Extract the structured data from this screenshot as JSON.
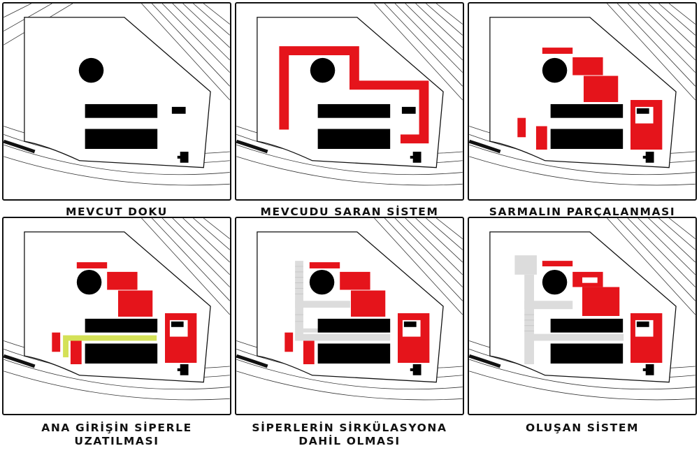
{
  "panels": [
    {
      "title": "MEVCUT DOKU",
      "title_line2": ""
    },
    {
      "title": "MEVCUDU SARAN SİSTEM",
      "title_line2": ""
    },
    {
      "title": "SARMALIN PARÇALANMASI",
      "title_line2": ""
    },
    {
      "title": "ANA GİRİŞİN SİPERLE",
      "title_line2": "UZATILMASI"
    },
    {
      "title": "SİPERLERİN SİRKÜLASYONA",
      "title_line2": "DAHİL OLMASI"
    },
    {
      "title": "OLUŞAN SİSTEM",
      "title_line2": ""
    }
  ],
  "colors": {
    "building": "#000000",
    "intervention": "#e5141b",
    "canopy_extension": "#d4e157",
    "circulation": "#dcdcdc",
    "site_lines": "#222222"
  }
}
